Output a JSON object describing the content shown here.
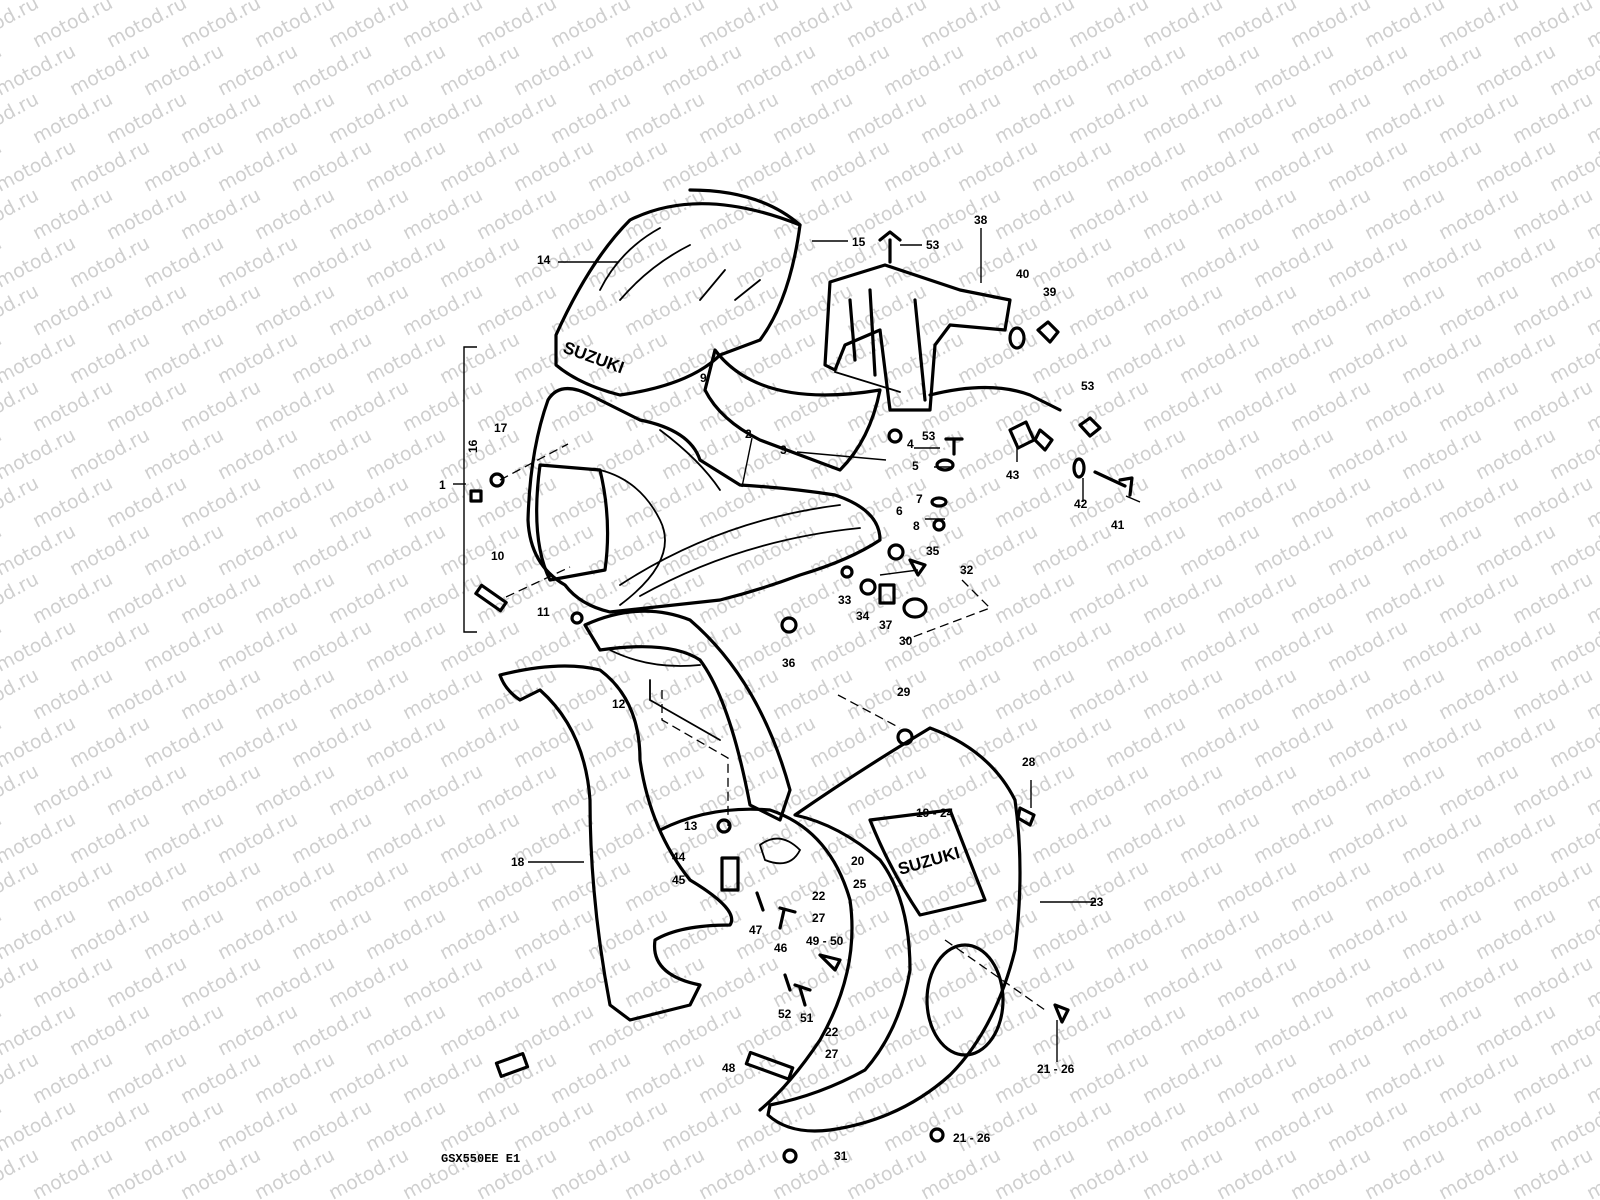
{
  "diagram": {
    "watermark_text": "motod.ru",
    "model_code": "GSX550EE E1",
    "logo_windscreen": "SUZUKI",
    "logo_fairing": "SUZUKI",
    "ink_color": "#000000",
    "watermark_color": "#cfcfcf",
    "callouts": [
      {
        "id": "c1",
        "text": "1"
      },
      {
        "id": "c2",
        "text": "2"
      },
      {
        "id": "c3",
        "text": "3"
      },
      {
        "id": "c4",
        "text": "4"
      },
      {
        "id": "c5",
        "text": "5"
      },
      {
        "id": "c6",
        "text": "6"
      },
      {
        "id": "c7",
        "text": "7"
      },
      {
        "id": "c8",
        "text": "8"
      },
      {
        "id": "c9",
        "text": "9"
      },
      {
        "id": "c10",
        "text": "10"
      },
      {
        "id": "c11",
        "text": "11"
      },
      {
        "id": "c12",
        "text": "12"
      },
      {
        "id": "c13",
        "text": "13"
      },
      {
        "id": "c14",
        "text": "14"
      },
      {
        "id": "c15",
        "text": "15"
      },
      {
        "id": "c16",
        "text": "16"
      },
      {
        "id": "c17",
        "text": "17"
      },
      {
        "id": "c18",
        "text": "18"
      },
      {
        "id": "c19",
        "text": "19 - 24"
      },
      {
        "id": "c20",
        "text": "20"
      },
      {
        "id": "c21a",
        "text": "21 - 26"
      },
      {
        "id": "c21b",
        "text": "21 - 26"
      },
      {
        "id": "c22a",
        "text": "22"
      },
      {
        "id": "c27a",
        "text": "27"
      },
      {
        "id": "c22b",
        "text": "22"
      },
      {
        "id": "c27b",
        "text": "27"
      },
      {
        "id": "c23",
        "text": "23"
      },
      {
        "id": "c25",
        "text": "25"
      },
      {
        "id": "c28",
        "text": "28"
      },
      {
        "id": "c29",
        "text": "29"
      },
      {
        "id": "c30",
        "text": "30"
      },
      {
        "id": "c31",
        "text": "31"
      },
      {
        "id": "c32",
        "text": "32"
      },
      {
        "id": "c33",
        "text": "33"
      },
      {
        "id": "c34",
        "text": "34"
      },
      {
        "id": "c35",
        "text": "35"
      },
      {
        "id": "c36",
        "text": "36"
      },
      {
        "id": "c37",
        "text": "37"
      },
      {
        "id": "c38",
        "text": "38"
      },
      {
        "id": "c39",
        "text": "39"
      },
      {
        "id": "c40",
        "text": "40"
      },
      {
        "id": "c41",
        "text": "41"
      },
      {
        "id": "c42",
        "text": "42"
      },
      {
        "id": "c43",
        "text": "43"
      },
      {
        "id": "c44",
        "text": "44"
      },
      {
        "id": "c45",
        "text": "45"
      },
      {
        "id": "c46",
        "text": "46"
      },
      {
        "id": "c47",
        "text": "47"
      },
      {
        "id": "c48",
        "text": "48"
      },
      {
        "id": "c49",
        "text": "49 - 50"
      },
      {
        "id": "c51",
        "text": "51"
      },
      {
        "id": "c52",
        "text": "52"
      },
      {
        "id": "c53a",
        "text": "53"
      },
      {
        "id": "c53b",
        "text": "53"
      },
      {
        "id": "c53c",
        "text": "53"
      }
    ]
  }
}
